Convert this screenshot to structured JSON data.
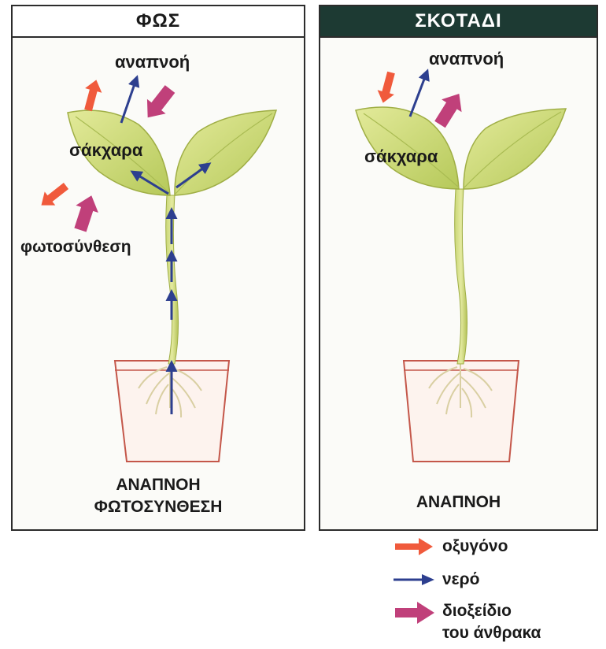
{
  "panels": {
    "light": {
      "title": "ΦΩΣ",
      "labels": {
        "respiration": "αναπνοή",
        "sugars": "σάκχαρα",
        "photosynthesis": "φωτοσύνθεση"
      },
      "caption_line1": "ΑΝΑΠΝΟΗ",
      "caption_line2": "ΦΩΤΟΣΥΝΘΕΣΗ"
    },
    "dark": {
      "title": "ΣΚΟΤΑΔΙ",
      "labels": {
        "respiration": "αναπνοή",
        "sugars": "σάκχαρα"
      },
      "caption_line1": "ΑΝΑΠΝΟΗ"
    }
  },
  "legend": {
    "oxygen": "οξυγόνο",
    "water": "νερό",
    "co2_line1": "διοξείδιο",
    "co2_line2": "του άνθρακα"
  },
  "colors": {
    "oxygen": "#f05a3c",
    "water": "#2d3f8f",
    "co2": "#c0407a",
    "leaf": "#cfdc7a",
    "pot": "#c4574a"
  }
}
